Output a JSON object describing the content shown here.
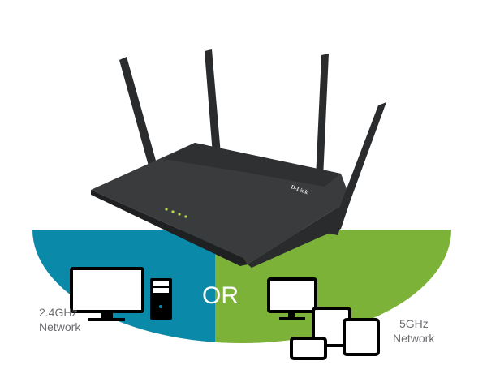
{
  "router": {
    "brand": "D-Link",
    "led_color": "#b8e04a"
  },
  "bands": {
    "left_label_line1": "2.4GHz",
    "left_label_line2": "Network",
    "right_label_line1": "5GHz",
    "right_label_line2": "Network",
    "separator": "OR"
  },
  "colors": {
    "band_24": "#0a8aa8",
    "band_5": "#7db239",
    "router": "#2e2f31"
  }
}
